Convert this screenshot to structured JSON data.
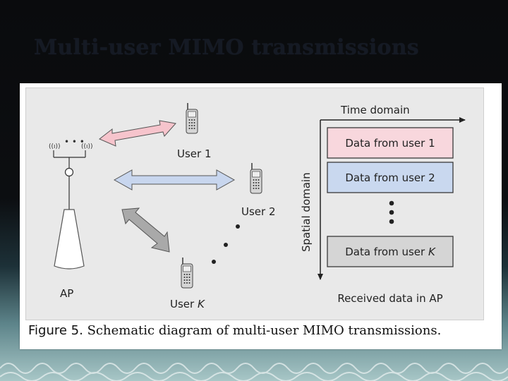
{
  "slide": {
    "title": "Multi-user MIMO transmissions"
  },
  "diagram": {
    "ap_label": "AP",
    "users": [
      {
        "label": "User 1"
      },
      {
        "label": "User 2"
      },
      {
        "label": "User K"
      }
    ],
    "time_axis_label": "Time domain",
    "spatial_axis_label": "Spatial domain",
    "data_boxes": [
      {
        "label": "Data from user 1",
        "fill": "#f8d7dd"
      },
      {
        "label": "Data from user 2",
        "fill": "#c9d8ef"
      },
      {
        "label": "Data from user K",
        "fill": "#d5d5d5"
      }
    ],
    "received_label": "Received data in AP",
    "colors": {
      "arrow_user1": "#f6c4cc",
      "arrow_user2": "#c8d6ee",
      "arrow_userK": "#a9a9a9",
      "box_border": "#3a3a3a"
    }
  },
  "caption": {
    "label": "Figure 5.",
    "text": "Schematic diagram of multi-user MIMO transmissions."
  }
}
